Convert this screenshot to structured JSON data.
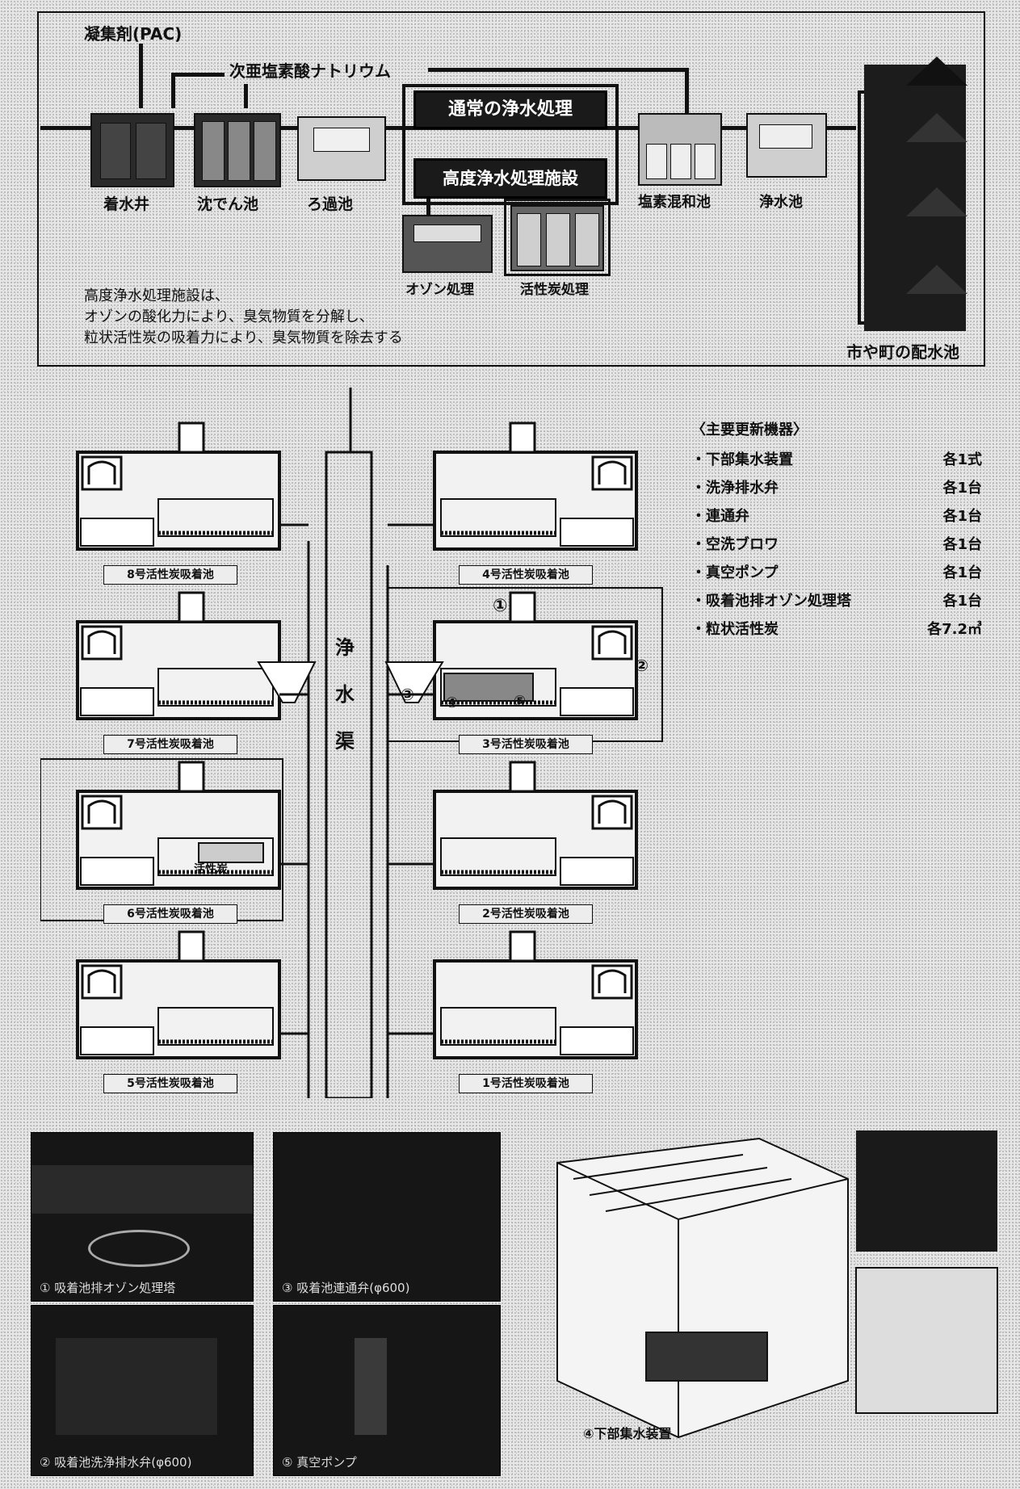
{
  "flow": {
    "coagulant": "凝集剤(PAC)",
    "hypochlorite": "次亜塩素酸ナトリウム",
    "normal_process": "通常の浄水処理",
    "advanced_process": "高度浄水処理施設",
    "stages": [
      "着水井",
      "沈でん池",
      "ろ過池",
      "塩素混和池",
      "浄水池"
    ],
    "ozone": "オゾン処理",
    "carbon": "活性炭処理",
    "note_lines": [
      "高度浄水処理施設は、",
      "オゾンの酸化力により、臭気物質を分解し、",
      "粒状活性炭の吸着力により、臭気物質を除去する"
    ],
    "distribution": "市や町の配水池"
  },
  "plan": {
    "channel": [
      "浄",
      "水",
      "渠"
    ],
    "pools_left": [
      "8号活性炭吸着池",
      "7号活性炭吸着池",
      "6号活性炭吸着池",
      "5号活性炭吸着池"
    ],
    "pools_right": [
      "4号活性炭吸着池",
      "3号活性炭吸着池",
      "2号活性炭吸着池",
      "1号活性炭吸着池"
    ],
    "carbon_label": "活性炭",
    "markers": [
      "①",
      "②",
      "③",
      "④",
      "⑤"
    ]
  },
  "equipment": {
    "title": "〈主要更新機器〉",
    "items": [
      {
        "name": "・下部集水装置",
        "qty": "各1式"
      },
      {
        "name": "・洗浄排水弁",
        "qty": "各1台"
      },
      {
        "name": "・連通弁",
        "qty": "各1台"
      },
      {
        "name": "・空洗ブロワ",
        "qty": "各1台"
      },
      {
        "name": "・真空ポンプ",
        "qty": "各1台"
      },
      {
        "name": "・吸着池排オゾン処理塔",
        "qty": "各1台"
      },
      {
        "name": "・粒状活性炭",
        "qty": "各7.2㎥"
      }
    ]
  },
  "photos": {
    "p1": "① 吸着池排オゾン処理塔",
    "p2": "③ 吸着池連通弁(φ600)",
    "p3": "② 吸着池洗浄排水弁(φ600)",
    "p4": "⑤ 真空ポンプ"
  },
  "drawing": {
    "caption": "④下部集水装置"
  }
}
